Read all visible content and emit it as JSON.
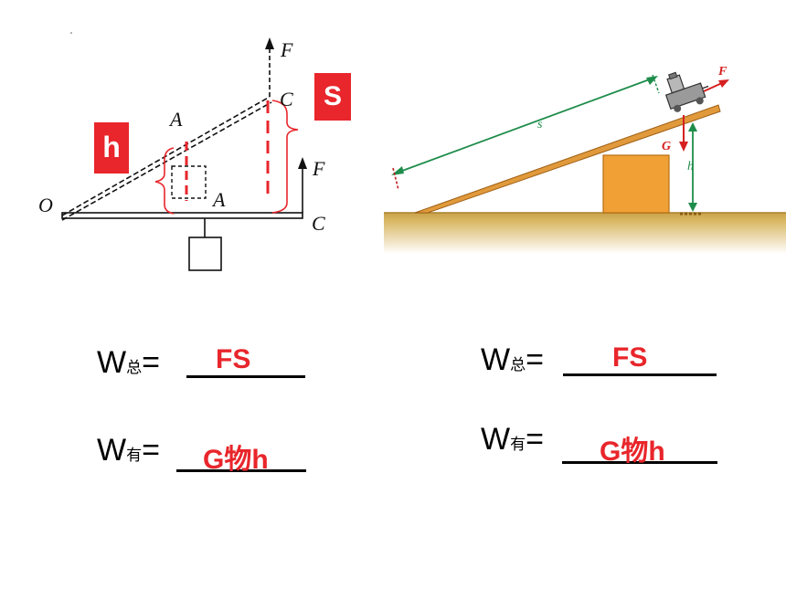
{
  "lever": {
    "label_F_top": "F",
    "label_C_top": "C",
    "label_A_top": "A",
    "label_A_mid": "A",
    "label_O": "O",
    "label_F_right": "F",
    "label_C_right": "C",
    "tag_h": "h",
    "tag_S": "S"
  },
  "ramp": {
    "label_F": "F",
    "label_G": "G",
    "label_s": "s",
    "label_h": "h",
    "colors": {
      "board": "#e09a3c",
      "ground": "#c9a24a",
      "box": "#f0a035",
      "green": "#1e8c4a",
      "red": "#d62020"
    }
  },
  "equations": {
    "left": {
      "total_prefix": "W",
      "total_sub": "总",
      "total_eq": "=",
      "total_answer": "FS",
      "useful_prefix": "W",
      "useful_sub": "有",
      "useful_eq": "=",
      "useful_answer": "G物h"
    },
    "right": {
      "total_prefix": "W",
      "total_sub": "总",
      "total_eq": "=",
      "total_answer": "FS",
      "useful_prefix": "W",
      "useful_sub": "有",
      "useful_eq": "=",
      "useful_answer": "G物h"
    }
  }
}
